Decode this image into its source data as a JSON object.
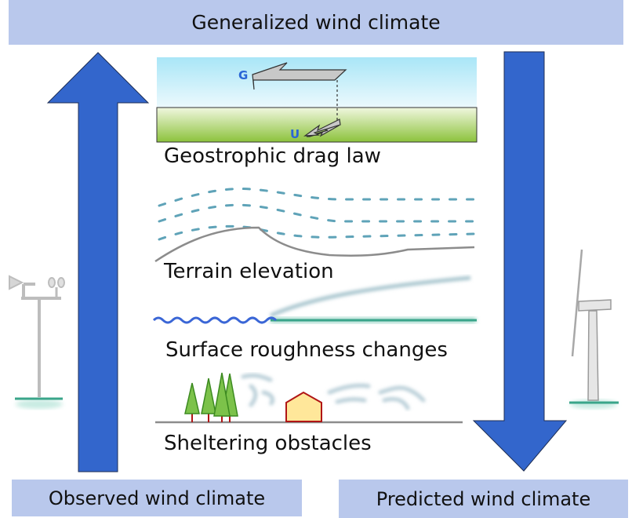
{
  "header": {
    "title": "Generalized wind climate"
  },
  "footer": {
    "left_label": "Observed wind climate",
    "right_label": "Predicted wind climate"
  },
  "panels": [
    {
      "id": "geostrophic",
      "label": "Geostrophic drag law",
      "letters": {
        "top_vector": "G",
        "bottom_vector": "U"
      }
    },
    {
      "id": "terrain",
      "label": "Terrain elevation"
    },
    {
      "id": "roughness",
      "label": "Surface roughness changes"
    },
    {
      "id": "obstacles",
      "label": "Sheltering obstacles"
    }
  ],
  "icons": {
    "left": "anemometer-mast-icon",
    "right": "wind-turbine-icon",
    "up_arrow": "up-arrow-icon",
    "down_arrow": "down-arrow-icon"
  },
  "colors": {
    "box_fill": "#b9c8ec",
    "arrow_fill": "#3366cc",
    "sky": "#bfeefb",
    "ground": "#9ccd4a",
    "streamline": "#5fa3b8",
    "terrain_line": "#8c8c8c",
    "water": "#3a66d6",
    "land_line": "#3aa58a",
    "tree": "#7cc24a",
    "house": "#ffe79a",
    "house_outline": "#b01515"
  }
}
